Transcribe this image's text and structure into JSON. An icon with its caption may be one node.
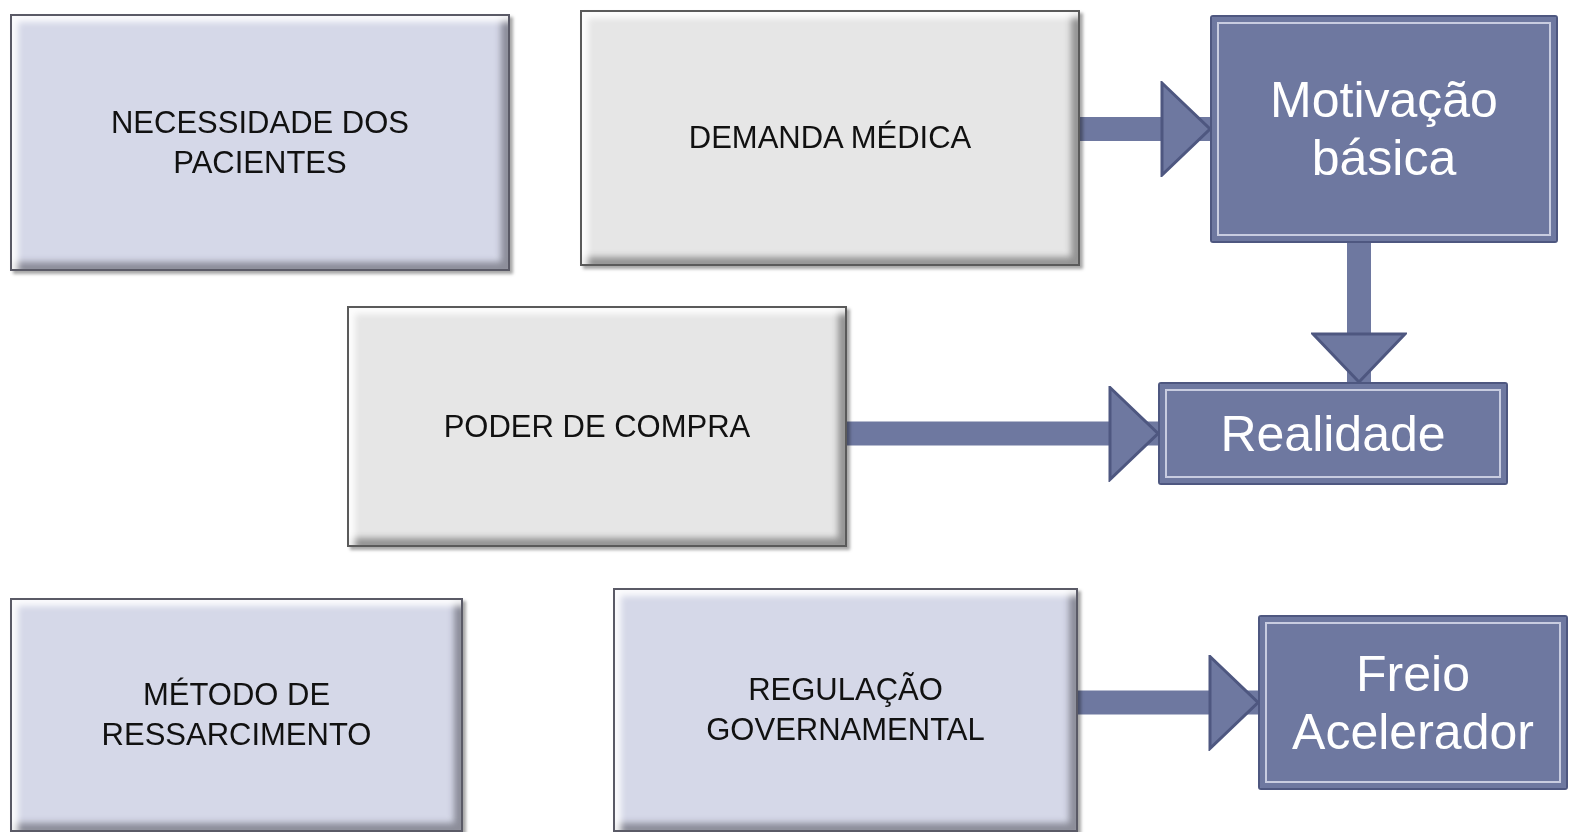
{
  "diagram": {
    "nodes": [
      {
        "text": [
          "NECESSIDADE DOS PACIENTES"
        ]
      },
      {
        "text": [
          "DEMANDA MÉDICA"
        ]
      },
      {
        "text": [
          "Motivação básica"
        ]
      },
      {
        "text": [
          "PODER DE COMPRA"
        ]
      },
      {
        "text": [
          "Realidade"
        ]
      },
      {
        "text": [
          "MÉTODO DE RESSARCIMENTO"
        ]
      },
      {
        "text": [
          "REGULAÇÃO GOVERNAMENTAL"
        ]
      },
      {
        "text": [
          "Freio Acelerador"
        ]
      }
    ],
    "edges": [
      {
        "from": 1,
        "to": 2,
        "arrow": "to"
      },
      {
        "from": 2,
        "to": 4,
        "arrow": "to"
      },
      {
        "from": 3,
        "to": 4,
        "arrow": "to"
      },
      {
        "from": 6,
        "to": 7,
        "arrow": "to"
      }
    ]
  }
}
